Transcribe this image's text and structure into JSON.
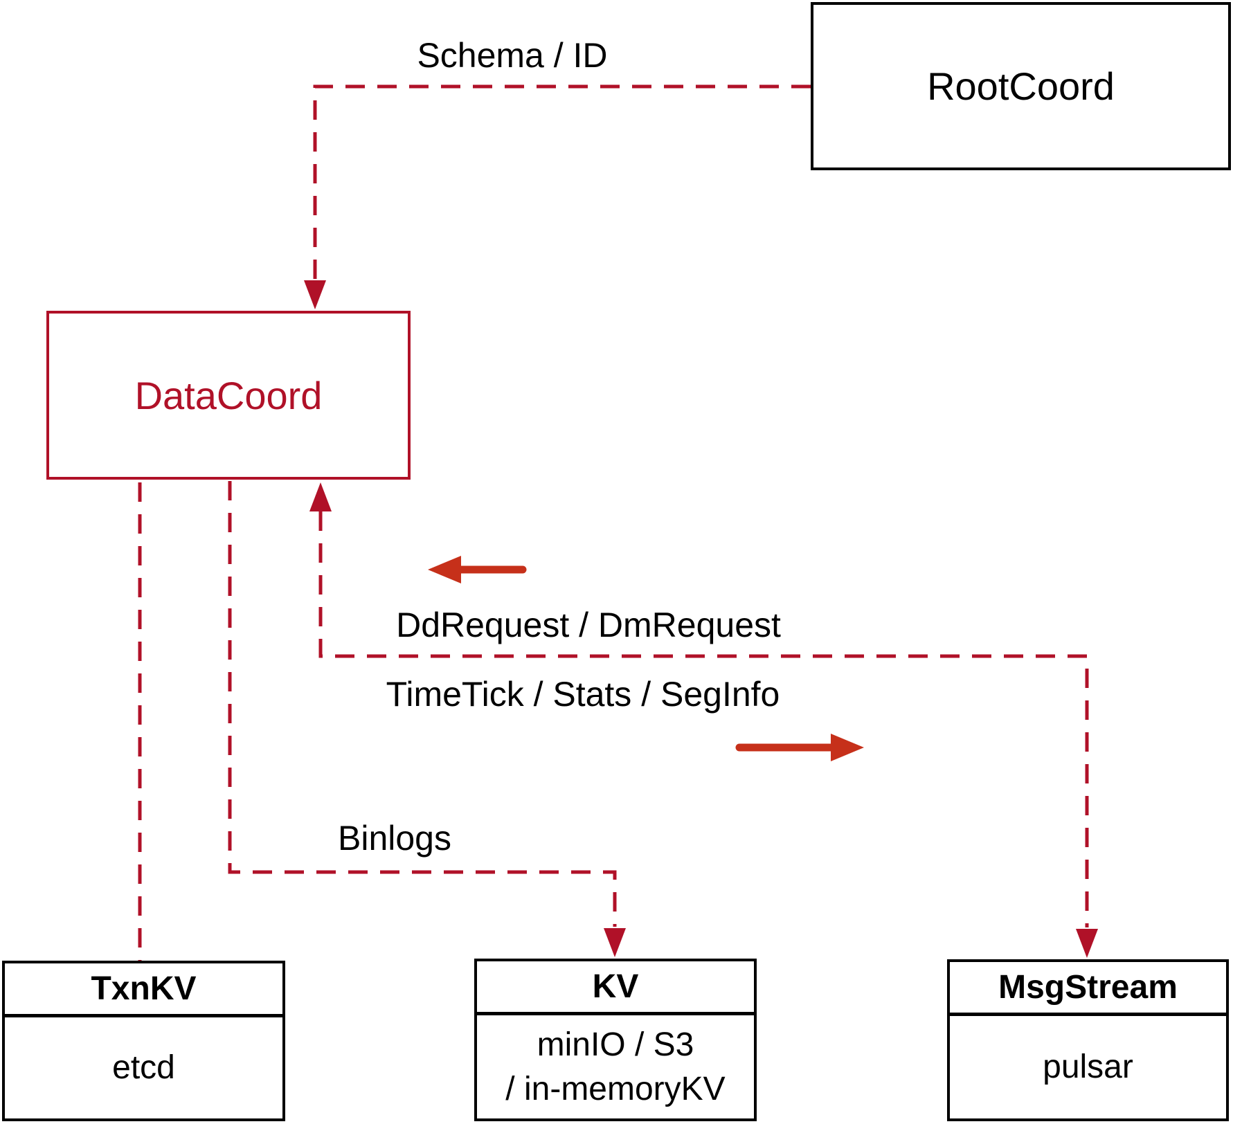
{
  "colors": {
    "accent_crimson": "#b01128",
    "arrow_red": "#c6301a",
    "box_black": "#000000",
    "background": "#ffffff"
  },
  "nodes": {
    "rootcoord": {
      "label": "RootCoord"
    },
    "datacoord": {
      "label": "DataCoord"
    },
    "txnkv": {
      "title": "TxnKV",
      "body": "etcd"
    },
    "kv": {
      "title": "KV",
      "body_line1": "minIO / S3",
      "body_line2": "/ in-memoryKV"
    },
    "msgstream": {
      "title": "MsgStream",
      "body": "pulsar"
    }
  },
  "edges": {
    "schema_id": {
      "label": "Schema / ID"
    },
    "dd_dm_request": {
      "label": "DdRequest / DmRequest"
    },
    "timetick_stats_seginfo": {
      "label": "TimeTick / Stats / SegInfo"
    },
    "binlogs": {
      "label": "Binlogs"
    }
  }
}
